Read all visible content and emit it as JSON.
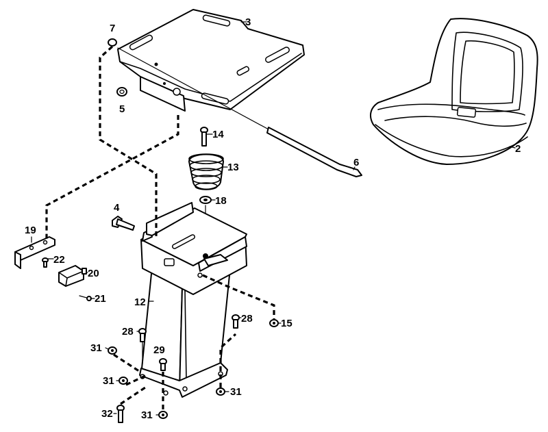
{
  "diagram": {
    "callouts": [
      {
        "id": "p7",
        "text": "7"
      },
      {
        "id": "p3",
        "text": "3"
      },
      {
        "id": "p5",
        "text": "5"
      },
      {
        "id": "p2",
        "text": "2"
      },
      {
        "id": "p14",
        "text": "14"
      },
      {
        "id": "p13",
        "text": "13"
      },
      {
        "id": "p6",
        "text": "6"
      },
      {
        "id": "p18",
        "text": "18"
      },
      {
        "id": "p4",
        "text": "4"
      },
      {
        "id": "p19",
        "text": "19"
      },
      {
        "id": "p22",
        "text": "22"
      },
      {
        "id": "p20",
        "text": "20"
      },
      {
        "id": "p21",
        "text": "21"
      },
      {
        "id": "p12",
        "text": "12"
      },
      {
        "id": "p15",
        "text": "15"
      },
      {
        "id": "p28a",
        "text": "28"
      },
      {
        "id": "p28b",
        "text": "28"
      },
      {
        "id": "p31a",
        "text": "31"
      },
      {
        "id": "p29",
        "text": "29"
      },
      {
        "id": "p31b",
        "text": "31"
      },
      {
        "id": "p31c",
        "text": "31"
      },
      {
        "id": "p32",
        "text": "32"
      },
      {
        "id": "p31d",
        "text": "31"
      }
    ]
  }
}
